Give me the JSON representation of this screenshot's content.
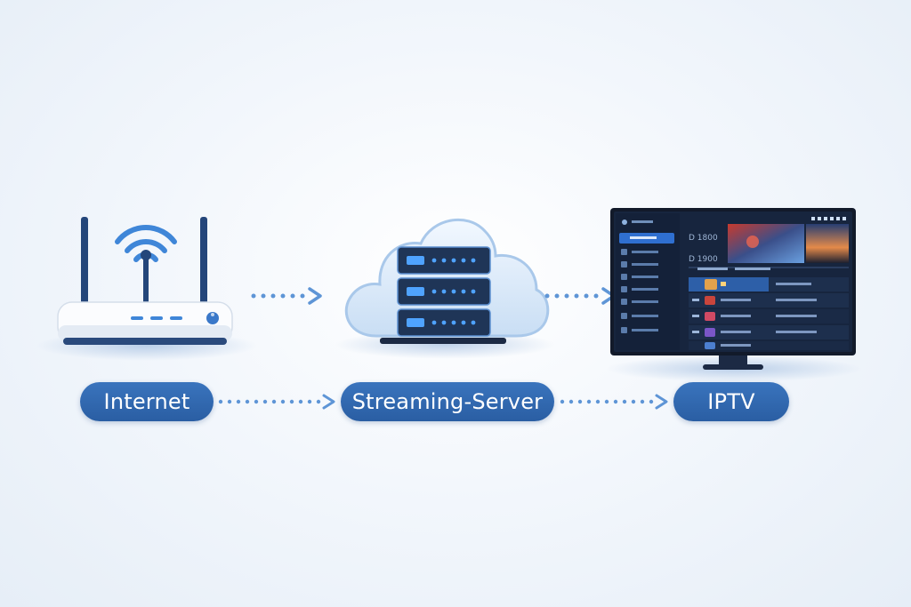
{
  "labels": {
    "internet": "Internet",
    "server": "Streaming-Server",
    "iptv": "IPTV"
  },
  "tv_screen": {
    "header_text": "D 1800",
    "sub_header_text": "D 1900"
  },
  "icons": {
    "router": "wifi-router-icon",
    "server": "cloud-server-icon",
    "tv": "iptv-monitor-icon",
    "arrow": "dotted-arrow-icon"
  },
  "colors": {
    "primary": "#2f67ad",
    "dark_navy": "#1c2a44",
    "arrow": "#5e95d6",
    "led": "#4fa3ff",
    "background": "#f3f7fc"
  }
}
